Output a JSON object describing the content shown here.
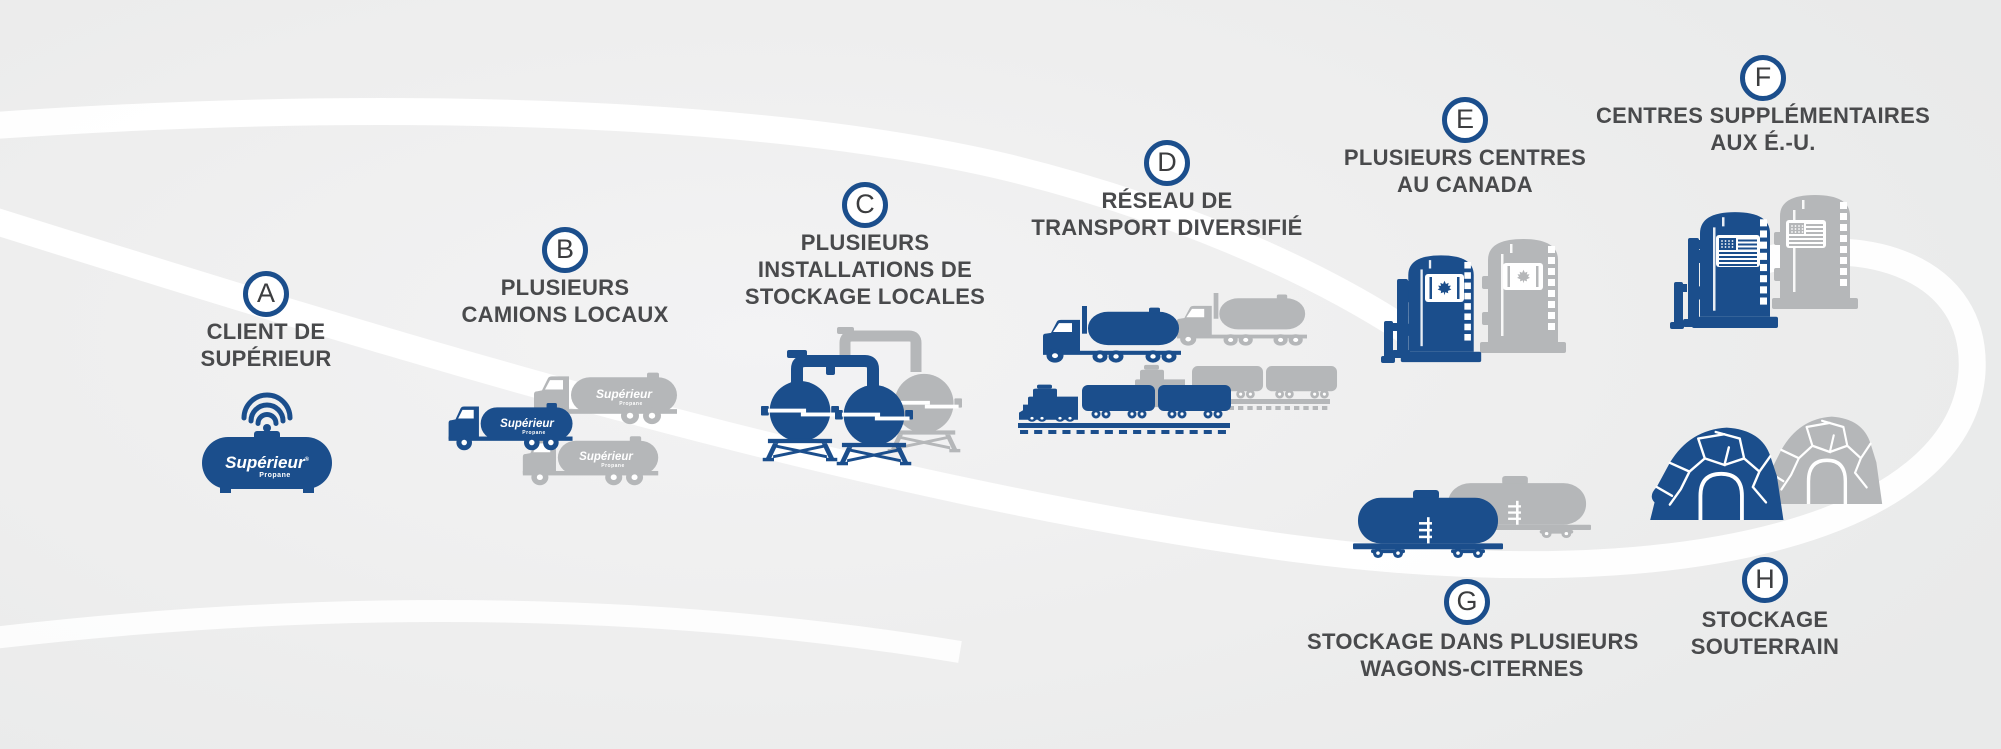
{
  "diagram": {
    "kind": "propane-supply-chain"
  },
  "colors": {
    "blue": "#1b4e8c",
    "gray": "#b5b7b9",
    "label_text": "#494a4c",
    "badge_letter": "#3c3d3f",
    "background": "#ededee",
    "swoosh": "#ffffff"
  },
  "brand": {
    "name": "Supérieur",
    "registered": "®",
    "sub": "Propane"
  },
  "nodes": {
    "a": {
      "letter": "A",
      "line1": "CLIENT DE",
      "line2": "SUPÉRIEUR",
      "icon": "propane-tank-wifi-icon"
    },
    "b": {
      "letter": "B",
      "line1": "PLUSIEURS",
      "line2": "CAMIONS LOCAUX",
      "icon": "local-delivery-trucks-icon"
    },
    "c": {
      "letter": "C",
      "line1": "PLUSIEURS",
      "line2": "INSTALLATIONS DE",
      "line3": "STOCKAGE LOCALES",
      "icon": "local-storage-tanks-icon"
    },
    "d": {
      "letter": "D",
      "line1": "RÉSEAU DE",
      "line2": "TRANSPORT DIVERSIFIÉ",
      "icon": "truck-and-train-icon"
    },
    "e": {
      "letter": "E",
      "line1": "PLUSIEURS CENTRES",
      "line2": "AU CANADA",
      "icon": "canada-terminal-icon"
    },
    "f": {
      "letter": "F",
      "line1": "CENTRES SUPPLÉMENTAIRES",
      "line2": "AUX É.-U.",
      "icon": "us-terminal-icon"
    },
    "g": {
      "letter": "G",
      "line1": "STOCKAGE DANS PLUSIEURS",
      "line2": "WAGONS-CITERNES",
      "icon": "rail-tank-cars-icon"
    },
    "h": {
      "letter": "H",
      "line1": "STOCKAGE",
      "line2": "SOUTERRAIN",
      "icon": "underground-storage-icon"
    }
  }
}
